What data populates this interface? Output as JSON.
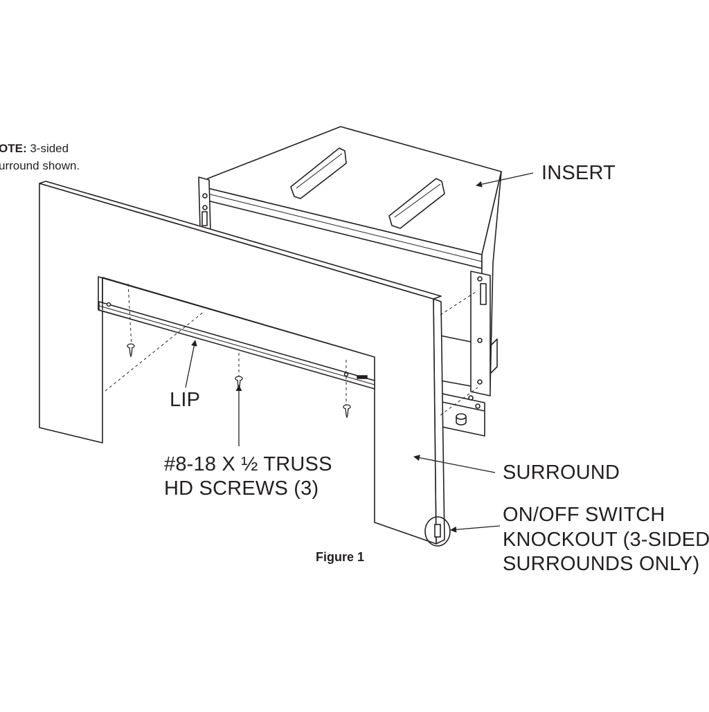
{
  "note": {
    "bold": "OTE:",
    "line1_rest": " 3-sided",
    "line2": "urround shown."
  },
  "labels": {
    "insert": "INSERT",
    "lip": "LIP",
    "screws_line1": "#8-18 X ½ TRUSS",
    "screws_line2": "HD SCREWS (3)",
    "surround": "SURROUND",
    "switch_line1": "ON/OFF SWITCH",
    "switch_line2": "KNOCKOUT (3-SIDED",
    "switch_line3": "SURROUNDS ONLY)"
  },
  "figure_caption": "Figure 1"
}
